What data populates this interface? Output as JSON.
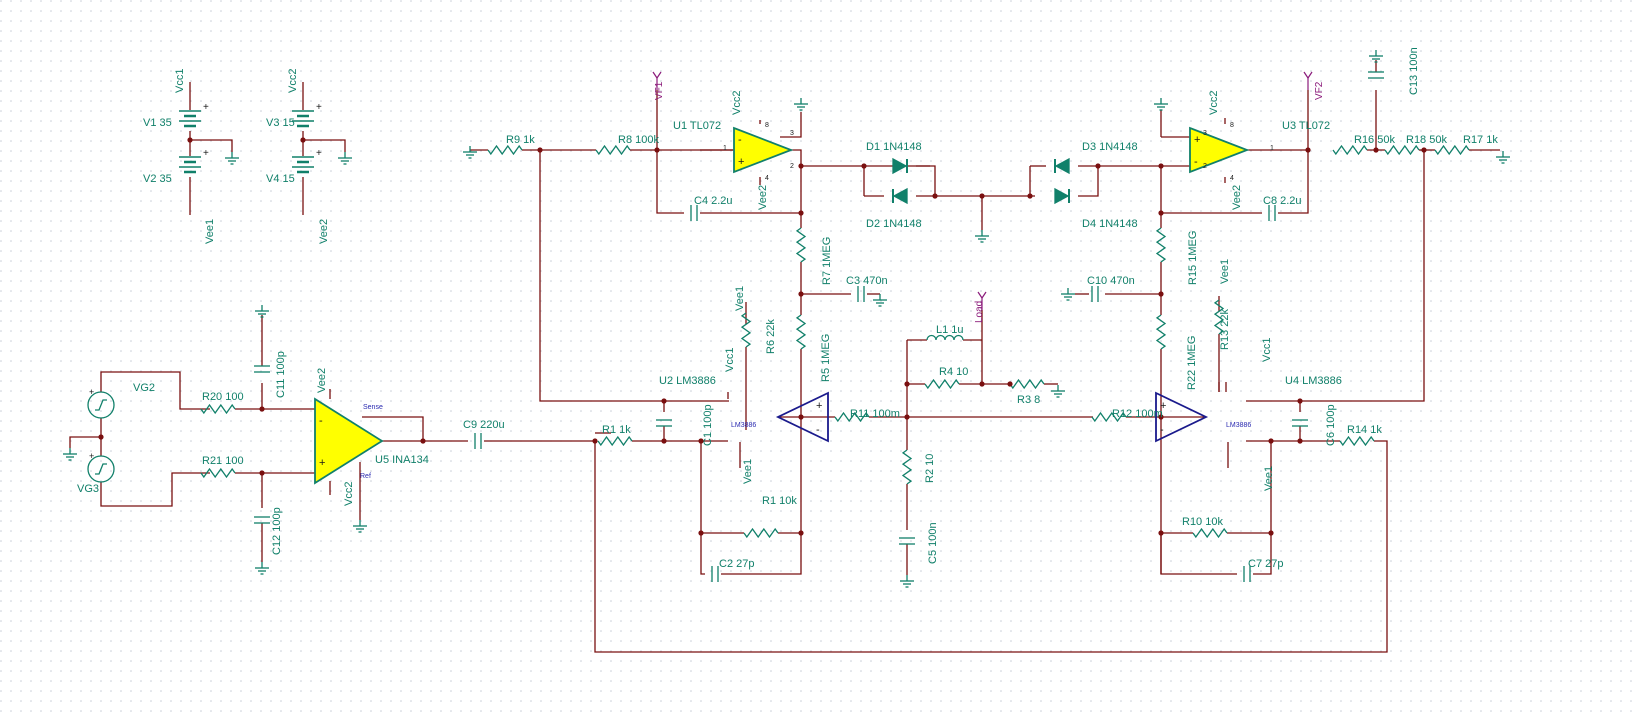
{
  "colors": {
    "wire": "#7a1010",
    "component": "#11806a",
    "label": "#11806a",
    "opamp_fill": "#ffff00",
    "opamp_stroke": "#1a1a8c",
    "probe": "#8b1a7a",
    "grid_dot": "#c8cdd8",
    "background": "#ffffff"
  },
  "supplies": {
    "v1": "V1 35",
    "v2": "V2 35",
    "v3": "V3 15",
    "v4": "V4 15",
    "vcc1": "Vcc1",
    "vee1": "Vee1",
    "vcc2": "Vcc2",
    "vee2": "Vee2"
  },
  "parts": {
    "r9": "R9 1k",
    "r8": "R8 100k",
    "u1": "U1 TL072",
    "c4": "C4 2.2u",
    "d1": "D1 1N4148",
    "d2": "D2 1N4148",
    "d3": "D3 1N4148",
    "d4": "D4 1N4148",
    "u3": "U3 TL072",
    "r16": "R16 50k",
    "r18": "R18 50k",
    "r17": "R17 1k",
    "c13": "C13 100n",
    "c8": "C8 2.2u",
    "r7": "R7 1MEG",
    "c3": "C3 470n",
    "r5": "R5 1MEG",
    "r6": "R6 22k",
    "r15": "R15 1MEG",
    "c10": "C10 470n",
    "r22": "R22 1MEG",
    "r13": "R13 22k",
    "l1": "L1 1u",
    "load": "Load",
    "r4": "R4 10",
    "r3": "R3 8",
    "u2": "U2 LM3886",
    "u4": "U4 LM3886",
    "lm_chip": "LM3886",
    "r11": "R11 100m",
    "r12": "R12 100m",
    "r1a": "R1 1k",
    "c1": "C1 100p",
    "r1b": "R1 10k",
    "c2": "C2 27p",
    "r2": "R2 10",
    "c5": "C5 100n",
    "r10": "R10 10k",
    "c7": "C7 27p",
    "c6": "C6 100p",
    "r14": "R14 1k",
    "vg2": "VG2",
    "vg3": "VG3",
    "r20": "R20 100",
    "r21": "R21 100",
    "c11": "C11 100p",
    "c12": "C12 100p",
    "u5": "U5 INA134",
    "sense": "Sense",
    "ref": "Ref",
    "c9": "C9 220u",
    "vf1": "VF1",
    "vf2": "VF2"
  },
  "pins": {
    "p1": "1",
    "p2": "2",
    "p3": "3",
    "p4": "4",
    "p8": "8"
  }
}
